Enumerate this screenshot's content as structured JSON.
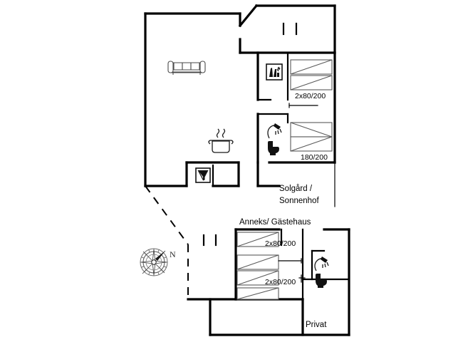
{
  "document": {
    "type": "floor-plan",
    "title": "Holiday house floor plan",
    "background_color": "#ffffff",
    "line_color": "#000000"
  },
  "labels": {
    "main_house_line1": "Solgård /",
    "main_house_line2": "Sonnenhof",
    "annex": "Anneks/  Gästehaus",
    "private": "Privat",
    "compass_north": "N"
  },
  "bed_dimensions": {
    "main_bedroom_twin": "2x80/200",
    "main_bedroom_double": "180/200",
    "annex_bed_top": "2x80/200",
    "annex_bed_middle": "2x80/200"
  },
  "icons": {
    "sofa": "sofa-icon",
    "cooking_pot": "cooking-pot-icon",
    "washing_machine": "washing-machine-icon",
    "wardrobe": "wardrobe-icon",
    "shower_main": "shower-icon",
    "toilet_main": "toilet-icon",
    "shower_annex": "shower-icon",
    "toilet_annex": "toilet-icon",
    "compass": "compass-rose-icon"
  },
  "rooms": [
    {
      "name": "living-room",
      "label": ""
    },
    {
      "name": "dining-room",
      "label": ""
    },
    {
      "name": "kitchen",
      "label": ""
    },
    {
      "name": "utility-room",
      "label": ""
    },
    {
      "name": "bedroom-twin",
      "label": "2x80/200"
    },
    {
      "name": "bedroom-double",
      "label": "180/200"
    },
    {
      "name": "bathroom-main",
      "label": ""
    },
    {
      "name": "annex-bedroom-top",
      "label": "2x80/200"
    },
    {
      "name": "annex-bedroom-middle",
      "label": "2x80/200"
    },
    {
      "name": "annex-bathroom",
      "label": ""
    },
    {
      "name": "private-room",
      "label": "Privat"
    }
  ]
}
